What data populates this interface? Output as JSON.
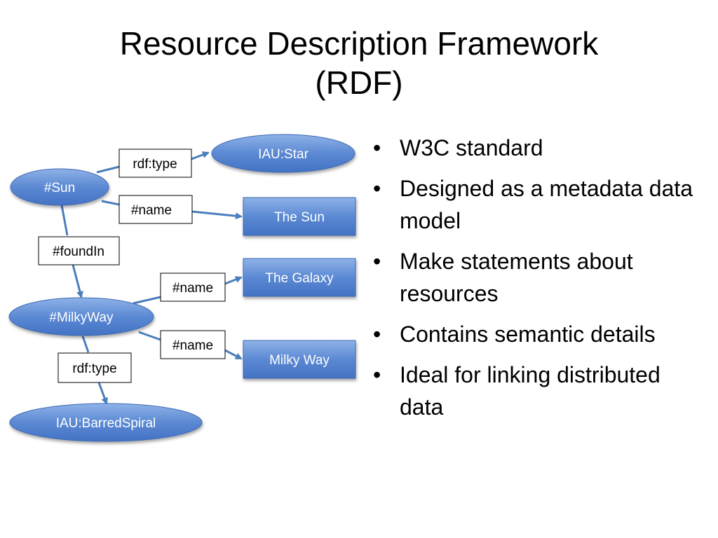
{
  "title": {
    "line1": "Resource Description Framework",
    "line2": "(RDF)"
  },
  "diagram": {
    "nodes": {
      "sun": "#Sun",
      "iau_star": "IAU:Star",
      "the_sun": "The Sun",
      "the_galaxy": "The Galaxy",
      "milkyway": "#MilkyWay",
      "milky_way_literal": "Milky Way",
      "iau_barred_spiral": "IAU:BarredSpiral"
    },
    "edges": {
      "sun_type": "rdf:type",
      "sun_name": "#name",
      "sun_found_in": "#foundIn",
      "milkyway_name_galaxy": "#name",
      "milkyway_name_literal": "#name",
      "milkyway_type": "rdf:type"
    },
    "colors": {
      "node_fill_top": "#7fa6e0",
      "node_fill_bottom": "#4472c4",
      "edge": "#4a7ebb",
      "label_border": "#000000"
    }
  },
  "bullets": [
    "W3C standard",
    "Designed as a metadata data model",
    "Make statements about resources",
    "Contains semantic details",
    "Ideal for linking distributed data"
  ]
}
